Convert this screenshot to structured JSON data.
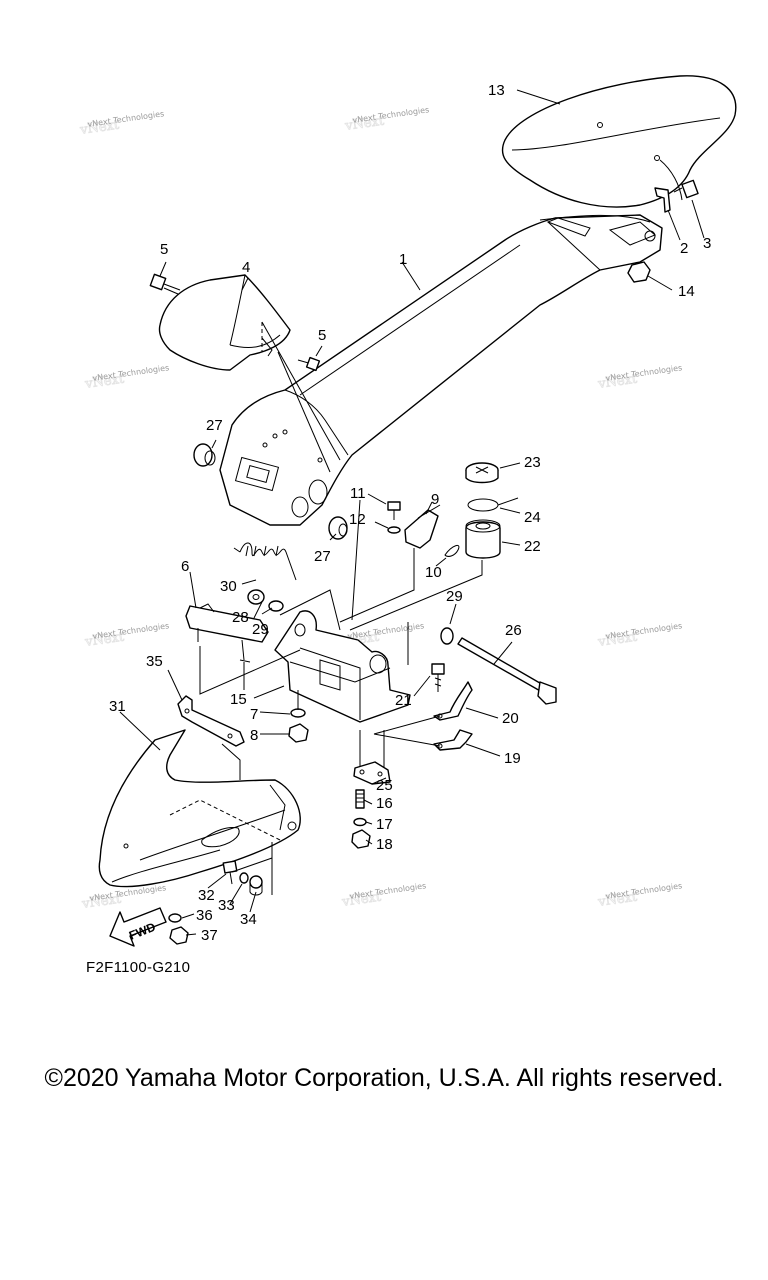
{
  "diagram_code": "F2F1100-G210",
  "copyright": "©2020 Yamaha Motor Corporation, U.S.A. All rights reserved.",
  "watermark": "vNext Technologies",
  "fwd_label": "FWD",
  "callouts": {
    "c1": "1",
    "c2": "2",
    "c3": "3",
    "c4": "4",
    "c5a": "5",
    "c5b": "5",
    "c6": "6",
    "c7": "7",
    "c8": "8",
    "c9": "9",
    "c10": "10",
    "c11": "11",
    "c12": "12",
    "c13": "13",
    "c14": "14",
    "c15": "15",
    "c16": "16",
    "c17": "17",
    "c18": "18",
    "c19": "19",
    "c20": "20",
    "c21": "21",
    "c22": "22",
    "c23": "23",
    "c24": "24",
    "c25": "25",
    "c26": "26",
    "c27a": "27",
    "c27b": "27",
    "c28": "28",
    "c29a": "29",
    "c29b": "29",
    "c30": "30",
    "c31": "31",
    "c32": "32",
    "c33": "33",
    "c34": "34",
    "c35": "35",
    "c36": "36",
    "c37": "37"
  }
}
